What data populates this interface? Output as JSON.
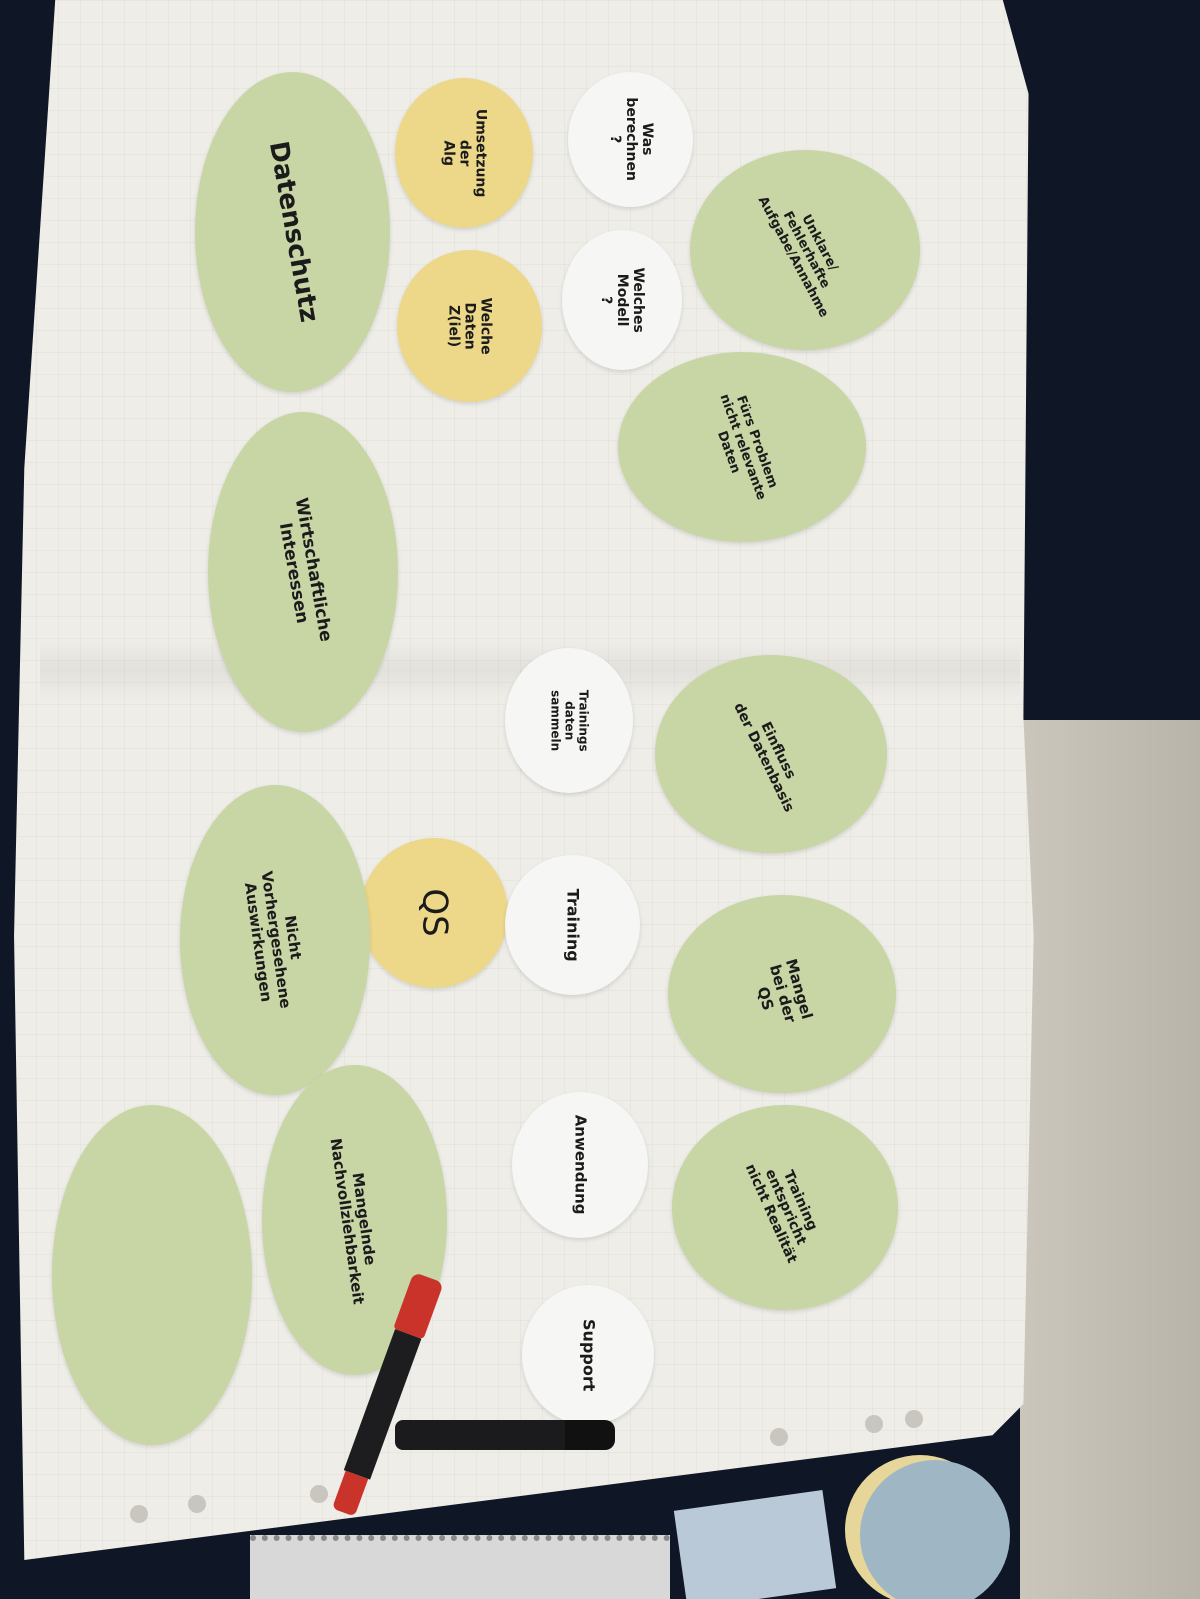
{
  "notes": [
    {
      "id": "unklare",
      "text": "Unklare/\nFehlerhafte\nAufgabe/Annahme"
    },
    {
      "id": "was-berechnen",
      "text": "Was\nberechnen\n?"
    },
    {
      "id": "umsetzung",
      "text": "Umsetzung\nder\nAlg"
    },
    {
      "id": "welches-modell",
      "text": "Welches\nModell\n?"
    },
    {
      "id": "welche-daten",
      "text": "Welche\nDaten\nZ(iel)"
    },
    {
      "id": "datenschutz",
      "text": "Datenschutz"
    },
    {
      "id": "fuers-problem",
      "text": "Fürs Problem\nnicht relevante\nDaten"
    },
    {
      "id": "wirtschaft",
      "text": "Wirtschaftliche\nInteressen"
    },
    {
      "id": "trainings-daten",
      "text": "Trainings\ndaten\nsammeln"
    },
    {
      "id": "einfluss",
      "text": "Einfluss\nder Datenbasis"
    },
    {
      "id": "qs-yellow",
      "text": "QS"
    },
    {
      "id": "training",
      "text": "Training"
    },
    {
      "id": "nicht-vorhergesehen",
      "text": "Nicht\nVorhergesehene\nAuswirkungen"
    },
    {
      "id": "mangel-qs",
      "text": "Mangel\nbei der\nQS"
    },
    {
      "id": "anwendung",
      "text": "Anwendung"
    },
    {
      "id": "mangelnde",
      "text": "Mangelnde\nNachvollziehbarkeit"
    },
    {
      "id": "trainings-entspricht",
      "text": "Training\nentspricht\nnicht Realität"
    },
    {
      "id": "support",
      "text": "Support"
    },
    {
      "id": "blank",
      "text": ""
    }
  ]
}
